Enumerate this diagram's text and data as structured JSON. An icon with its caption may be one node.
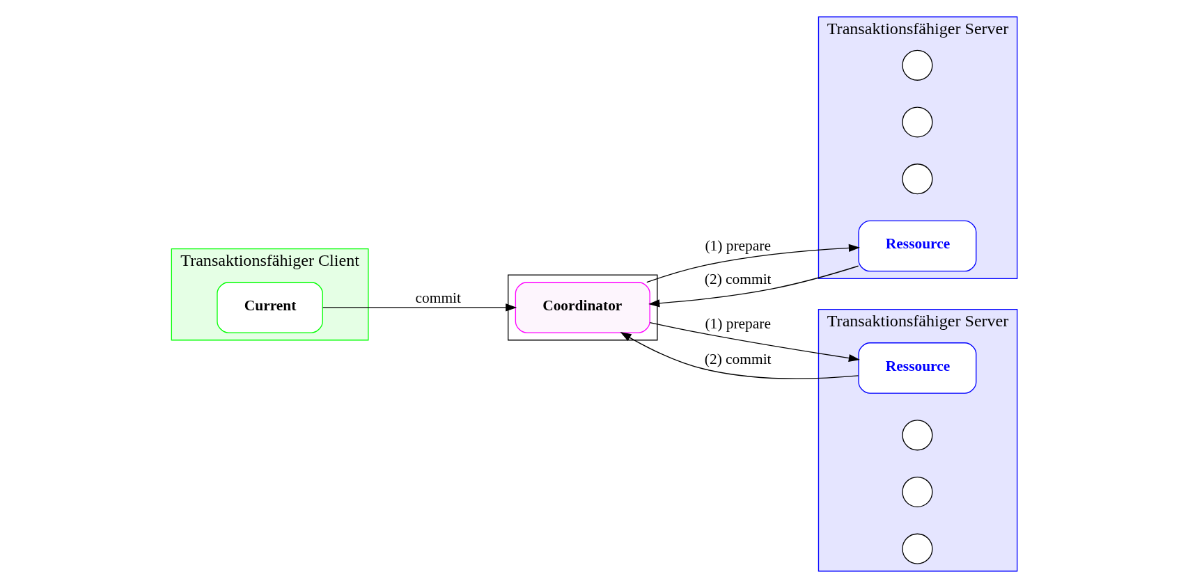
{
  "diagram": {
    "nodes": [
      {
        "text": [
          "Transaktionsfähiger Client"
        ]
      },
      {
        "text": [
          "Current"
        ],
        "in": 0
      },
      {
        "text": [],
        "shape": "box"
      },
      {
        "text": [
          "Coordinator"
        ],
        "in": 2
      },
      {
        "text": [
          "Transaktionsfähiger Server"
        ]
      },
      {
        "text": [],
        "shape": "circle",
        "in": 4
      },
      {
        "text": [],
        "shape": "circle",
        "in": 4
      },
      {
        "text": [],
        "shape": "circle",
        "in": 4
      },
      {
        "text": [
          "Ressource"
        ],
        "in": 4
      },
      {
        "text": [
          "Transaktionsfähiger Server"
        ]
      },
      {
        "text": [
          "Ressource"
        ],
        "in": 9
      },
      {
        "text": [],
        "shape": "circle",
        "in": 9
      },
      {
        "text": [],
        "shape": "circle",
        "in": 9
      },
      {
        "text": [],
        "shape": "circle",
        "in": 9
      }
    ],
    "edges": [
      {
        "from": 1,
        "to": 3,
        "arrow": "to",
        "label": "commit"
      },
      {
        "from": 3,
        "to": 8,
        "arrow": "to",
        "label": "(1) prepare"
      },
      {
        "from": 8,
        "to": 3,
        "arrow": "to",
        "label": "(2) commit"
      },
      {
        "from": 3,
        "to": 10,
        "arrow": "to",
        "label": "(1) prepare"
      },
      {
        "from": 10,
        "to": 3,
        "arrow": "to",
        "label": "(2) commit"
      }
    ]
  }
}
